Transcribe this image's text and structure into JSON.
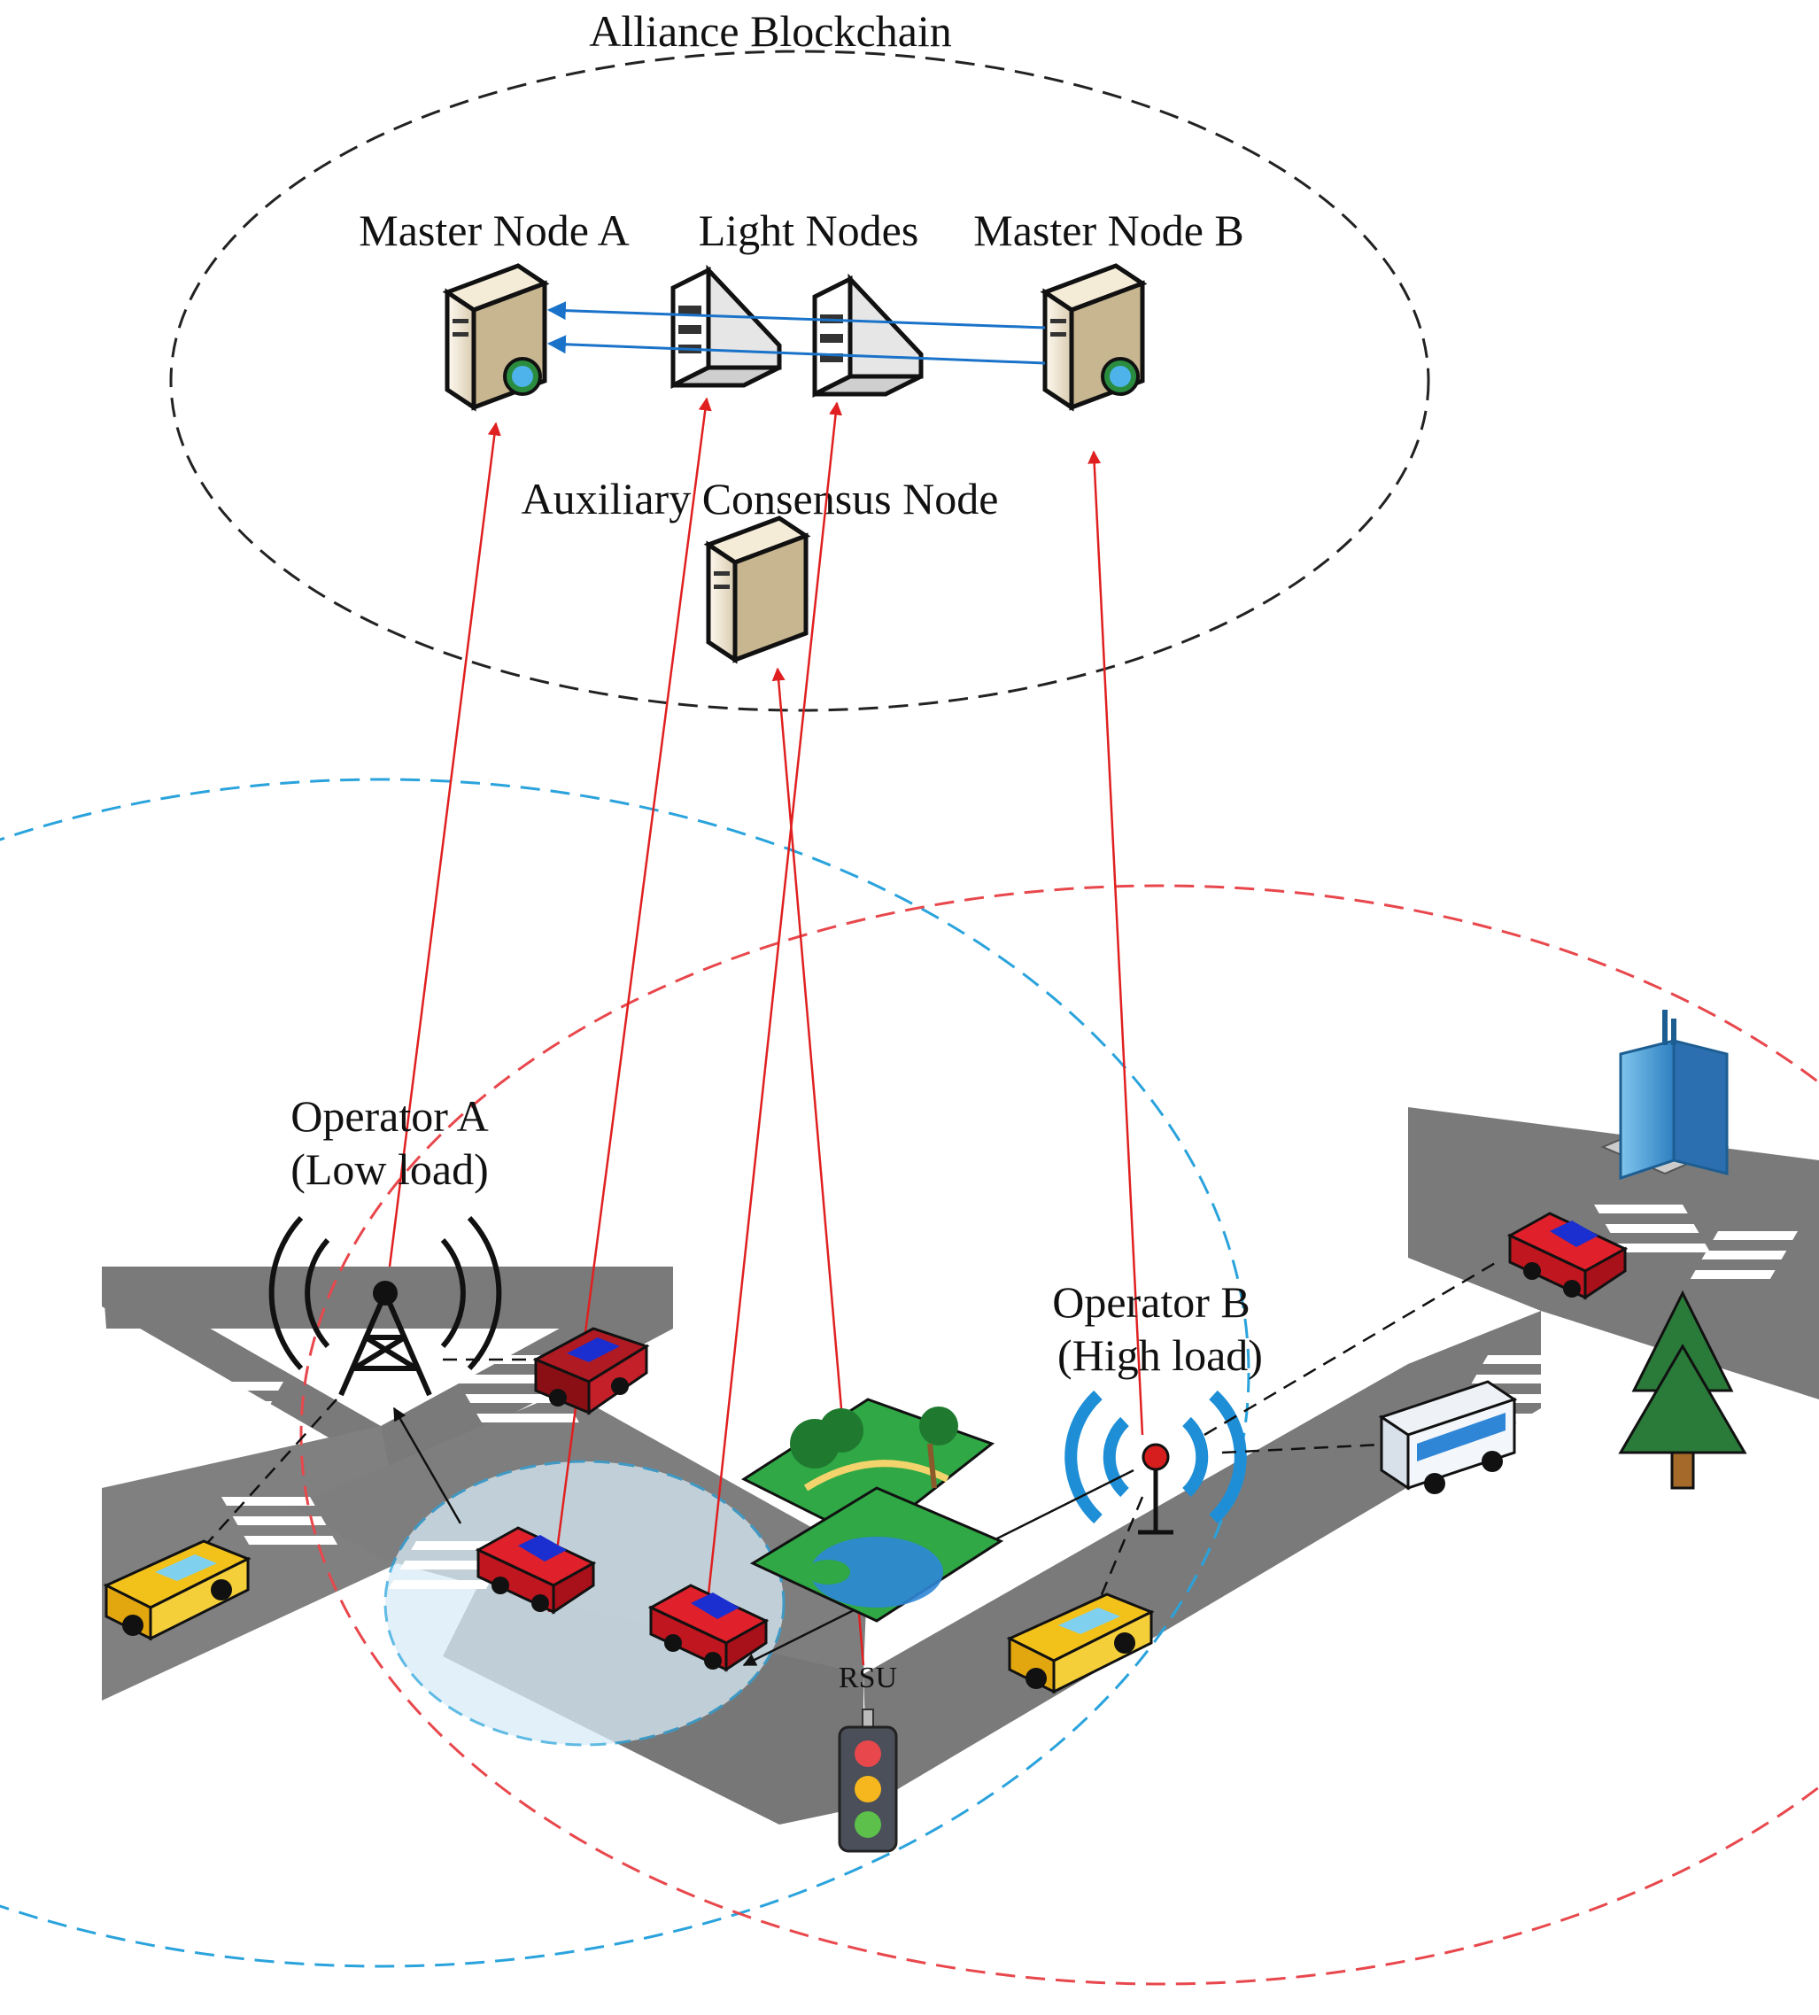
{
  "blockchain": {
    "title": "Alliance Blockchain",
    "master_a": "Master Node A",
    "light_nodes": "Light Nodes",
    "master_b": "Master Node B",
    "aux_node": "Auxiliary Consensus Node"
  },
  "operators": {
    "a_name": "Operator A",
    "a_load": "(Low load)",
    "b_name": "Operator B",
    "b_load": "(High load)"
  },
  "rsu": {
    "label": "RSU"
  },
  "colors": {
    "road": "#7a7a7a",
    "road_top": "#8c8c8c",
    "blockchain_ring": "#222222",
    "operator_a_ring": "#2aa3dc",
    "operator_b_ring": "#e8474c",
    "uplink": "#e02020",
    "chain_link": "#1a73c9",
    "rsu_zone": "#d8ecf7",
    "car_red": "#e0202a",
    "car_dark_red": "#a8101a",
    "taxi": "#f2c21b",
    "bus": "#2f86d6"
  },
  "icons": [
    "server-icon",
    "light-node-icon",
    "cell-tower-icon",
    "wireless-antenna-icon",
    "traffic-light-icon",
    "car-icon",
    "taxi-icon",
    "bus-icon",
    "building-icon",
    "tree-icon",
    "park-icon"
  ]
}
